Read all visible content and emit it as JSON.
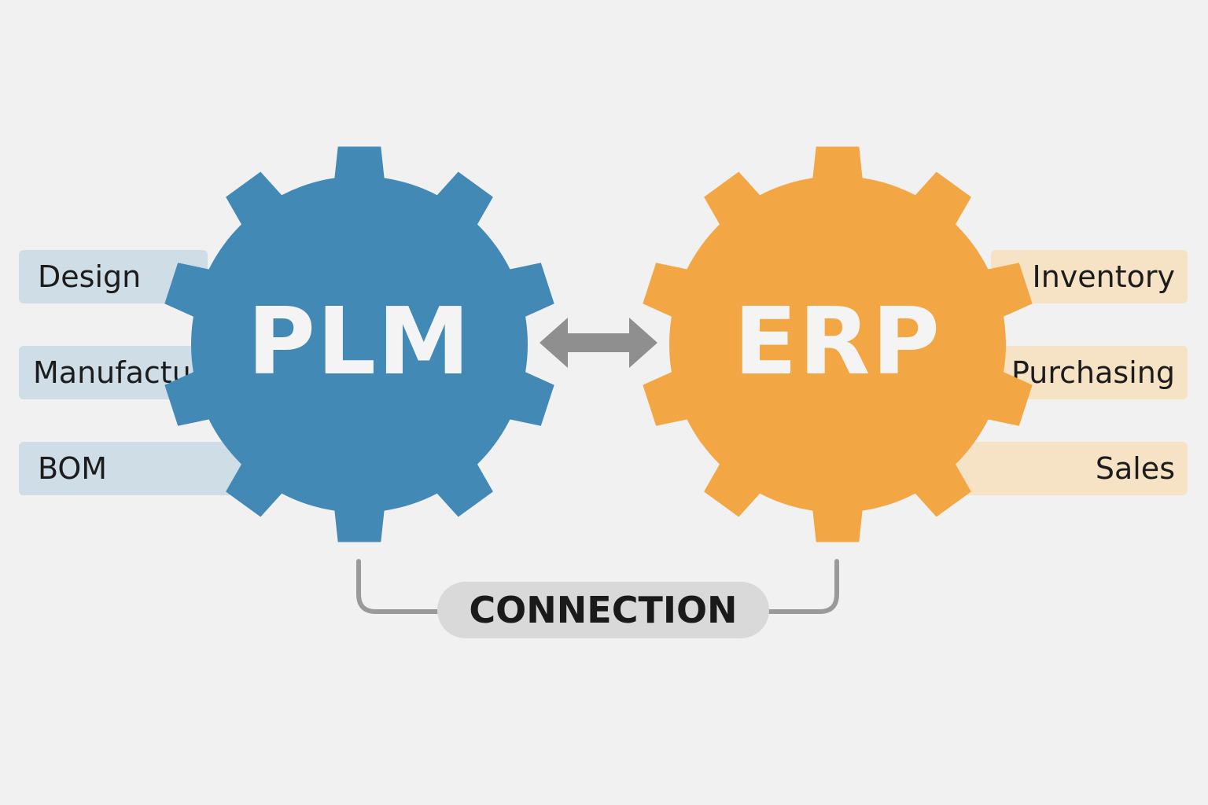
{
  "colors": {
    "plm": "#4289b5",
    "erp": "#f2a744",
    "arrow": "#8f8f8f",
    "bracket": "#9a9a9a"
  },
  "plm": {
    "label": "PLM",
    "items": [
      "Design",
      "Manufactu",
      "BOM"
    ]
  },
  "erp": {
    "label": "ERP",
    "items": [
      "Inventory",
      "Purchasing",
      "Sales"
    ]
  },
  "connection": {
    "label": "CONNECTION"
  }
}
